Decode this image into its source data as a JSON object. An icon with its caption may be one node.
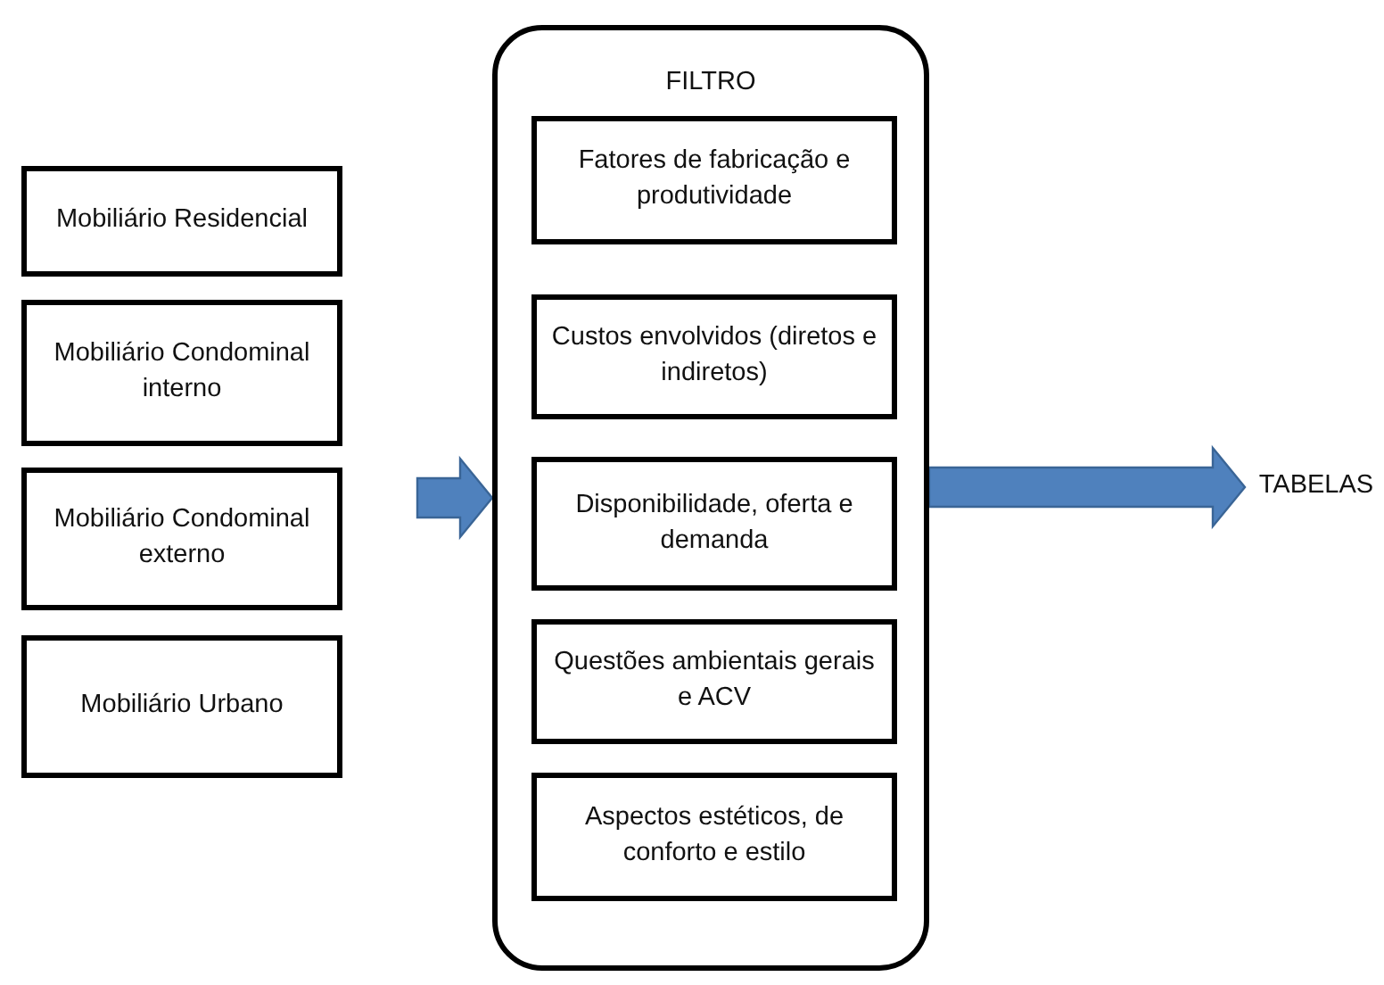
{
  "diagram": {
    "nodes": [
      {
        "text": [
          "Mobiliário Residencial"
        ]
      },
      {
        "text": [
          "Mobiliário Condominal interno"
        ]
      },
      {
        "text": [
          "Mobiliário Condominal externo"
        ]
      },
      {
        "text": [
          "Mobiliário Urbano"
        ]
      },
      {
        "text": [
          "FILTRO"
        ]
      },
      {
        "text": [
          "Fatores de fabricação e produtividade"
        ],
        "in": 4
      },
      {
        "text": [
          "Custos envolvidos (diretos e indiretos)"
        ],
        "in": 4
      },
      {
        "text": [
          "Disponibilidade, oferta e demanda"
        ],
        "in": 4
      },
      {
        "text": [
          "Questões ambientais gerais e ACV"
        ],
        "in": 4
      },
      {
        "text": [
          "Aspectos estéticos, de conforto e estilo"
        ],
        "in": 4
      },
      {
        "text": [
          "TABELAS"
        ]
      }
    ],
    "edges": [
      {
        "from": null,
        "to": 4,
        "arrow": "to"
      },
      {
        "from": 4,
        "to": 10,
        "arrow": "to"
      }
    ]
  }
}
